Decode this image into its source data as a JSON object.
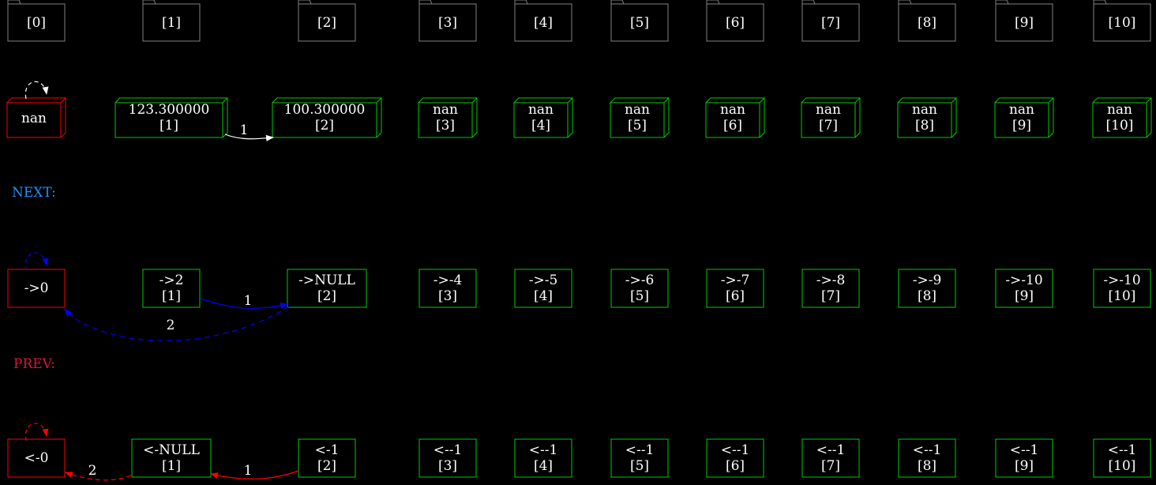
{
  "colors": {
    "background": "#000000",
    "folder": "#808080",
    "green": "#00cc00",
    "red": "#ff0000",
    "white": "#ffffff",
    "next_label": "#1e90ff",
    "prev_label": "#dc143c",
    "blue": "#0000ff"
  },
  "indices": [
    "[0]",
    "[1]",
    "[2]",
    "[3]",
    "[4]",
    "[5]",
    "[6]",
    "[7]",
    "[8]",
    "[9]",
    "[10]"
  ],
  "data_nodes": [
    {
      "value": "nan",
      "index": ""
    },
    {
      "value": "123.300000",
      "index": "[1]"
    },
    {
      "value": "100.300000",
      "index": "[2]"
    },
    {
      "value": "nan",
      "index": "[3]"
    },
    {
      "value": "nan",
      "index": "[4]"
    },
    {
      "value": "nan",
      "index": "[5]"
    },
    {
      "value": "nan",
      "index": "[6]"
    },
    {
      "value": "nan",
      "index": "[7]"
    },
    {
      "value": "nan",
      "index": "[8]"
    },
    {
      "value": "nan",
      "index": "[9]"
    },
    {
      "value": "nan",
      "index": "[10]"
    }
  ],
  "next_label": "NEXT:",
  "next_nodes": [
    {
      "value": "->0",
      "index": ""
    },
    {
      "value": "->2",
      "index": "[1]"
    },
    {
      "value": "->NULL",
      "index": "[2]"
    },
    {
      "value": "->-4",
      "index": "[3]"
    },
    {
      "value": "->-5",
      "index": "[4]"
    },
    {
      "value": "->-6",
      "index": "[5]"
    },
    {
      "value": "->-7",
      "index": "[6]"
    },
    {
      "value": "->-8",
      "index": "[7]"
    },
    {
      "value": "->-9",
      "index": "[8]"
    },
    {
      "value": "->-10",
      "index": "[9]"
    },
    {
      "value": "->-10",
      "index": "[10]"
    }
  ],
  "prev_label": "PREV:",
  "prev_nodes": [
    {
      "value": "<-0",
      "index": ""
    },
    {
      "value": "<-NULL",
      "index": "[1]"
    },
    {
      "value": "<-1",
      "index": "[2]"
    },
    {
      "value": "<--1",
      "index": "[3]"
    },
    {
      "value": "<--1",
      "index": "[4]"
    },
    {
      "value": "<--1",
      "index": "[5]"
    },
    {
      "value": "<--1",
      "index": "[6]"
    },
    {
      "value": "<--1",
      "index": "[7]"
    },
    {
      "value": "<--1",
      "index": "[8]"
    },
    {
      "value": "<--1",
      "index": "[9]"
    },
    {
      "value": "<--1",
      "index": "[10]"
    }
  ],
  "edges": {
    "data_1": "1",
    "next_1": "1",
    "next_2": "2",
    "prev_1": "1",
    "prev_2": "2"
  }
}
